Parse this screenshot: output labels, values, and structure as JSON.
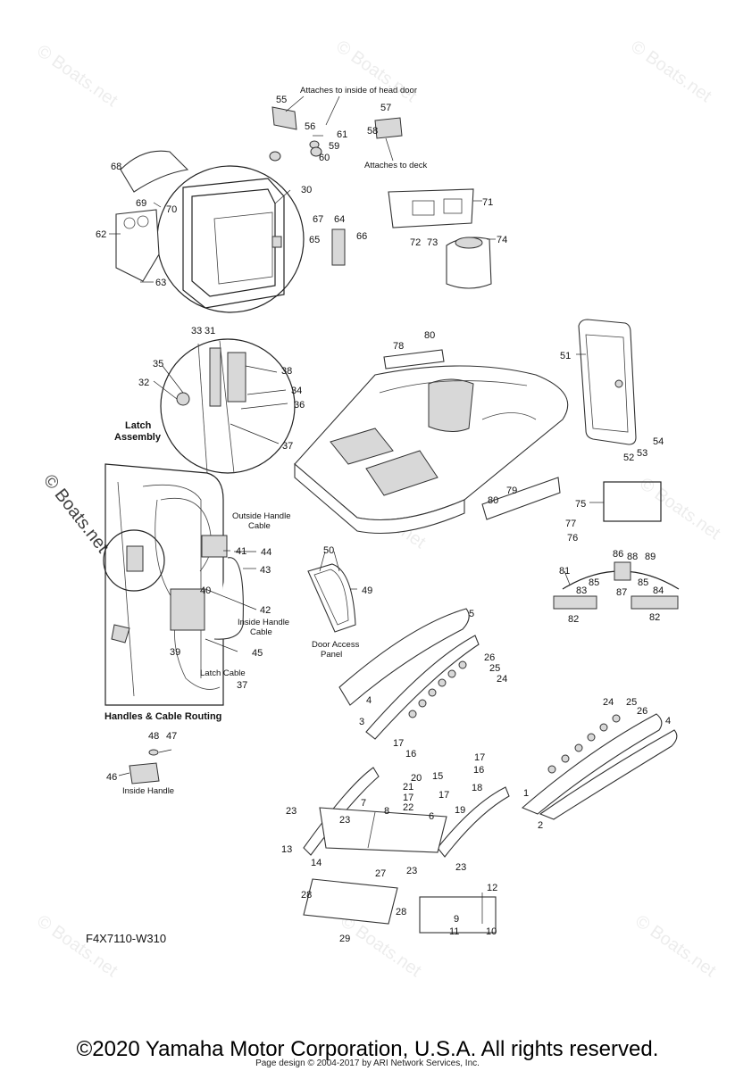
{
  "diagram_code": "F4X7110-W310",
  "watermark": "© Boats.net",
  "copyright": "©2020 Yamaha Motor Corporation, U.S.A. All rights reserved.",
  "page_credit": "Page design © 2004-2017 by ARI Network Services, Inc.",
  "captions": {
    "head_door": "Attaches to inside of head door",
    "deck": "Attaches to deck",
    "latch_line1": "Latch",
    "latch_line2": "Assembly",
    "outside_cable_line1": "Outside Handle",
    "outside_cable_line2": "Cable",
    "inside_cable_line1": "Inside Handle",
    "inside_cable_line2": "Cable",
    "latch_cable": "Latch Cable",
    "handles_routing": "Handles & Cable Routing",
    "inside_handle": "Inside Handle",
    "door_access_line1": "Door Access",
    "door_access_line2": "Panel"
  },
  "callouts": [
    "1",
    "2",
    "3",
    "4",
    "5",
    "6",
    "7",
    "8",
    "9",
    "10",
    "11",
    "12",
    "13",
    "14",
    "15",
    "16",
    "17",
    "18",
    "19",
    "20",
    "21",
    "22",
    "23",
    "24",
    "25",
    "26",
    "27",
    "28",
    "29",
    "30",
    "31",
    "32",
    "33",
    "34",
    "35",
    "36",
    "37",
    "38",
    "39",
    "40",
    "41",
    "42",
    "43",
    "44",
    "45",
    "46",
    "47",
    "48",
    "49",
    "50",
    "51",
    "52",
    "53",
    "54",
    "55",
    "56",
    "57",
    "58",
    "59",
    "60",
    "61",
    "62",
    "63",
    "64",
    "65",
    "66",
    "67",
    "68",
    "69",
    "70",
    "71",
    "72",
    "73",
    "74",
    "75",
    "76",
    "77",
    "78",
    "79",
    "80",
    "81",
    "82",
    "83",
    "84",
    "85",
    "86",
    "87",
    "88",
    "89"
  ]
}
